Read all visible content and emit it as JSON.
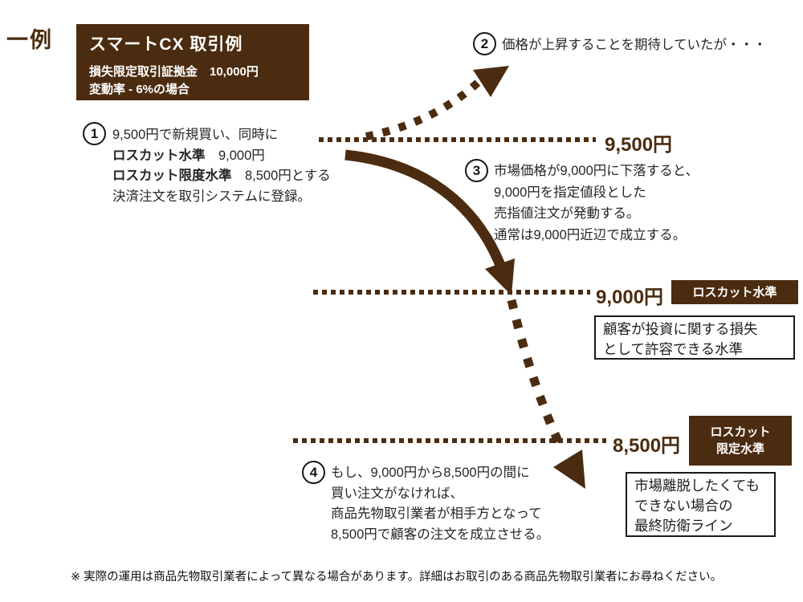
{
  "colors": {
    "brown": "#4b2c10",
    "text": "#1f1f1f",
    "white": "#ffffff"
  },
  "example_label": "一例",
  "title_box": {
    "title": "スマートCX 取引例",
    "margin_line": "損失限定取引証拠金　10,000円",
    "rate_line": "変動率 - 6%の場合"
  },
  "step1": {
    "number": "1",
    "line1": "9,500円で新規買い、同時に",
    "line2_bold": "ロスカット水準",
    "line2_rest": "　9,000円",
    "line3_bold": "ロスカット限度水準",
    "line3_rest": "　8,500円とする",
    "line4": "決済注文を取引システムに登録。"
  },
  "step2": {
    "number": "2",
    "text": "価格が上昇することを期待していたが・・・"
  },
  "step3": {
    "number": "3",
    "line1": "市場価格が9,000円に下落すると、",
    "line2": "9,000円を指定値段とした",
    "line3": "売指値注文が発動する。",
    "line4": "通常は9,000円近辺で成立する。"
  },
  "step4": {
    "number": "4",
    "line1": "もし、9,000円から8,500円の間に",
    "line2": "買い注文がなければ、",
    "line3": "商品先物取引業者が相手方となって",
    "line4": "8,500円で顧客の注文を成立させる。"
  },
  "level_9500": {
    "price": "9,500円"
  },
  "level_9000": {
    "price": "9,000円",
    "tag": "ロスカット水準",
    "note_line1": "顧客が投資に関する損失",
    "note_line2": "として許容できる水準"
  },
  "level_8500": {
    "price": "8,500円",
    "tag_line1": "ロスカット",
    "tag_line2": "限定水準",
    "note_line1": "市場離脱したくても",
    "note_line2": "できない場合の",
    "note_line3": "最終防衛ライン"
  },
  "footnote": "※ 実際の運用は商品先物取引業者によって異なる場合があります。詳細はお取引のある商品先物取引業者にお尋ねください。"
}
